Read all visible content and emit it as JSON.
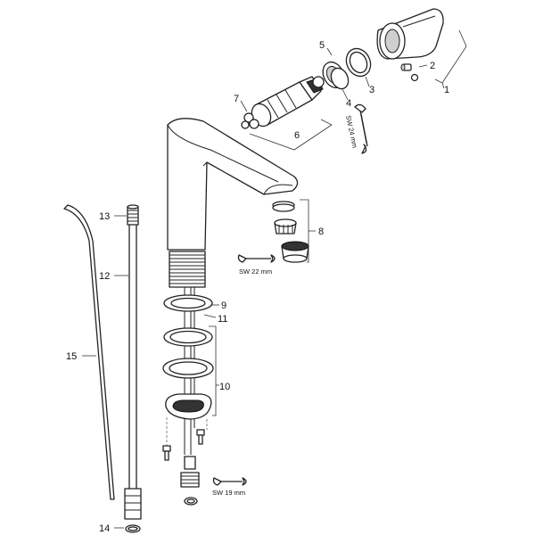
{
  "callouts": {
    "c1": "1",
    "c2": "2",
    "c3": "3",
    "c4": "4",
    "c5": "5",
    "c6": "6",
    "c7": "7",
    "c8": "8",
    "c9": "9",
    "c10": "10",
    "c11": "11",
    "c12": "12",
    "c13": "13",
    "c14": "14",
    "c15": "15"
  },
  "tools": {
    "wrench_24": "SW 24 mm",
    "wrench_22": "SW 22 mm",
    "wrench_19": "SW 19 mm"
  }
}
